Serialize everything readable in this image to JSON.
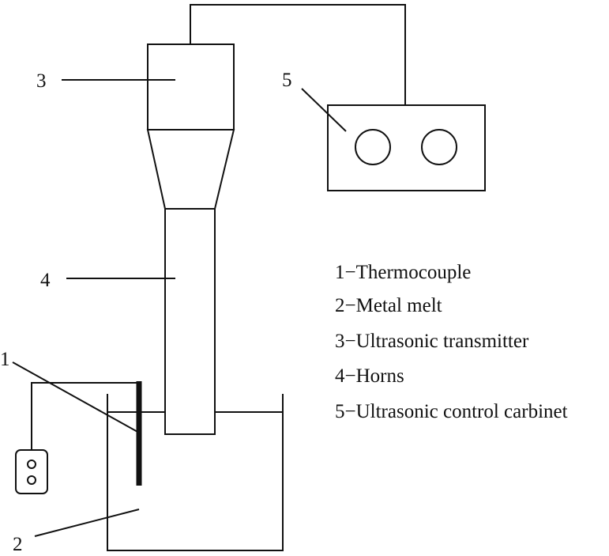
{
  "callouts": {
    "c1": "1",
    "c2": "2",
    "c3": "3",
    "c4": "4",
    "c5": "5"
  },
  "legend": [
    "1−Thermocouple",
    "2−Metal melt",
    "3−Ultrasonic transmitter",
    "4−Horns",
    "5−Ultrasonic control carbinet"
  ],
  "colors": {
    "stroke": "#111111",
    "background": "#ffffff"
  }
}
